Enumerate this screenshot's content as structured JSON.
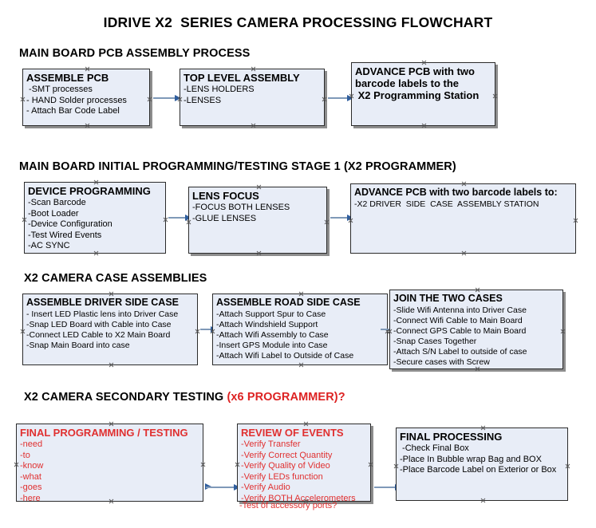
{
  "document": {
    "title": "IDRIVE X2  SERIES CAMERA PROCESSING FLOWCHART"
  },
  "sections": [
    {
      "id": "main-board-pcb-assembly",
      "heading": "MAIN BOARD PCB ASSEMBLY PROCESS",
      "heading_suffix": ""
    },
    {
      "id": "main-board-initial-programming",
      "heading": "MAIN BOARD INITIAL PROGRAMMING/TESTING STAGE 1 (X2 PROGRAMMER)",
      "heading_suffix": ""
    },
    {
      "id": "x2-camera-case-assemblies",
      "heading": "X2 CAMERA CASE ASSEMBLIES",
      "heading_suffix": ""
    },
    {
      "id": "x2-camera-secondary-testing",
      "heading": "X2 CAMERA SECONDARY TESTING ",
      "heading_suffix": "(x6 PROGRAMMER)?"
    }
  ],
  "nodes": {
    "assemble_pcb": {
      "title": "ASSEMBLE PCB",
      "lines": [
        " -SMT processes",
        "- HAND Solder processes",
        "- Attach Bar Code Label"
      ]
    },
    "top_level_assembly": {
      "title": "TOP LEVEL ASSEMBLY",
      "lines": [
        "-LENS HOLDERS",
        "-LENSES"
      ]
    },
    "advance_pcb_station": {
      "title": "ADVANCE PCB with two\nbarcode labels to the\n X2 Programming Station",
      "lines": []
    },
    "device_programming": {
      "title": "DEVICE PROGRAMMING",
      "lines": [
        "-Scan Barcode",
        "-Boot Loader",
        "-Device Configuration",
        "-Test Wired Events",
        "-AC SYNC"
      ]
    },
    "lens_focus": {
      "title": "LENS FOCUS",
      "lines": [
        "-FOCUS BOTH LENSES",
        "-GLUE LENSES"
      ]
    },
    "advance_pcb_driver_case": {
      "title": "ADVANCE PCB with two barcode labels to:",
      "lines": [
        "-X2 DRIVER  SIDE  CASE  ASSEMBLY STATION"
      ]
    },
    "assemble_driver_side_case": {
      "title": "ASSEMBLE DRIVER SIDE CASE",
      "lines": [
        "- Insert LED Plastic lens into Driver Case",
        "-Snap LED Board with Cable into Case",
        "-Connect LED Cable to X2 Main Board",
        "-Snap Main Board into case"
      ]
    },
    "assemble_road_side_case": {
      "title": "ASSEMBLE ROAD SIDE CASE",
      "lines": [
        "-Attach Support Spur to Case",
        "-Attach Windshield Support",
        "-Attach Wifi Assembly to Case",
        "-Insert GPS Module into Case",
        "-Attach Wifi Label to Outside of Case"
      ]
    },
    "join_the_two_cases": {
      "title": "JOIN THE TWO CASES",
      "lines": [
        "-Slide Wifi Antenna into Driver Case",
        "-Connect Wifi Cable to Main Board",
        "-Connect GPS Cable to Main Board",
        "-Snap Cases Together",
        "-Attach S/N Label to outside of case",
        "-Secure cases with Screw"
      ]
    },
    "final_programming_testing": {
      "title": "FINAL PROGRAMMING / TESTING",
      "lines": [
        "-need",
        "-to",
        "-know",
        "-what",
        "-goes",
        "-here"
      ]
    },
    "review_of_events": {
      "title": "REVIEW OF EVENTS",
      "lines": [
        "-Verify Transfer",
        "-Verify Correct Quantity",
        "-Verify Quality of Video",
        "-Verify LEDs function",
        "-Verify Audio",
        "-Verify BOTH Accelerometers"
      ],
      "overflow_line": "-Test of accessory ports?"
    },
    "final_processing": {
      "title": "FINAL PROCESSING",
      "lines": [
        " -Check Final Box",
        "-Place In Bubble wrap Bag and BOX",
        "-Place Barcode Label on Exterior or Box"
      ]
    }
  },
  "colors": {
    "box_fill": "#e8edf7",
    "box_border": "#2b2b2b",
    "box_shadow": "#8d8d8d",
    "connector_line": "#7f99b8",
    "connector_head": "#2f5e9e",
    "red_text": "#e03030",
    "heading_red": "#dd2222"
  }
}
